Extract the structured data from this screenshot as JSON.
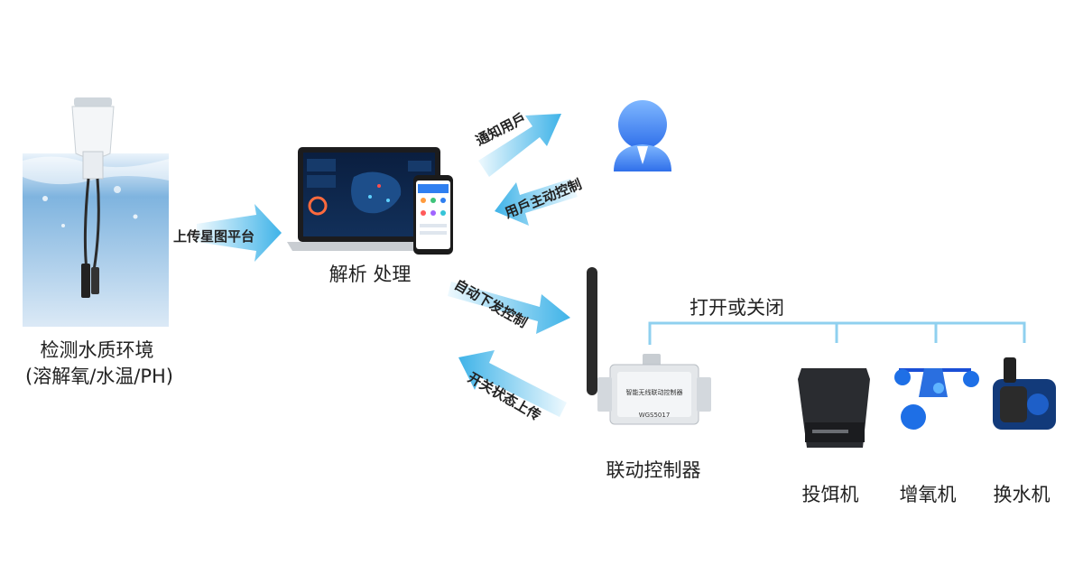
{
  "sensor": {
    "caption_line1": "检测水质环境",
    "caption_line2": "(溶解氧/水温/PH)"
  },
  "platform": {
    "caption": "解析 处理"
  },
  "arrows": {
    "upload": "上传星图平台",
    "notify_user": "通知用戶",
    "user_control": "用戶主动控制",
    "auto_control": "自动下发控制",
    "switch_status": "开关状态上传"
  },
  "controller": {
    "caption": "联动控制器",
    "device_text": "智能无线联动控制器",
    "model": "WGS5017"
  },
  "control_group": {
    "title": "打开或关闭"
  },
  "devices": [
    {
      "label": "投饵机"
    },
    {
      "label": "增氧机"
    },
    {
      "label": "换水机"
    }
  ],
  "colors": {
    "arrow_light": "#e6f6fd",
    "arrow_dark": "#3eb3e8",
    "bracket": "#8fd0ef",
    "user": "#2f7ff0"
  }
}
